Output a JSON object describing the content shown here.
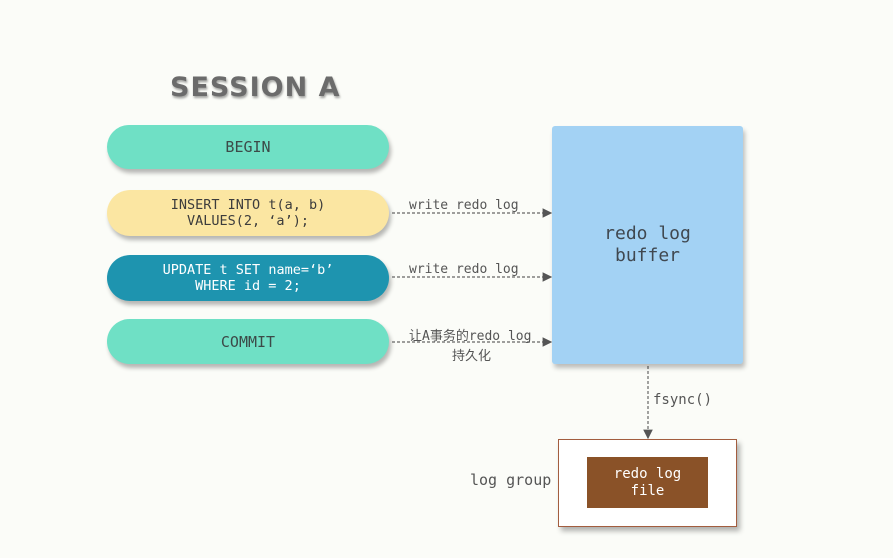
{
  "session_title": "SESSION A",
  "steps": {
    "begin": {
      "line1": "BEGIN"
    },
    "insert": {
      "line1": "INSERT INTO t(a, b)",
      "line2": "VALUES(2, ‘a’);"
    },
    "update": {
      "line1": "UPDATE t SET name=‘b’",
      "line2": "WHERE id = 2;"
    },
    "commit": {
      "line1": "COMMIT"
    }
  },
  "arrows": {
    "insert_label": "write redo log",
    "update_label": "write redo log",
    "commit_label_line1": "让A事务的redo log",
    "commit_label_line2": "持久化",
    "fsync_label": "fsync()"
  },
  "buffer": {
    "line1": "redo log",
    "line2": "buffer"
  },
  "log_group": {
    "label": "log group",
    "file_line1": "redo log",
    "file_line2": "file"
  },
  "colors": {
    "begin_commit": "#6fe0c5",
    "insert": "#fbe6a2",
    "update": "#1e94af",
    "buffer": "#a3d2f4",
    "log_file": "#8a5228",
    "log_group_border": "#a35d3f"
  }
}
